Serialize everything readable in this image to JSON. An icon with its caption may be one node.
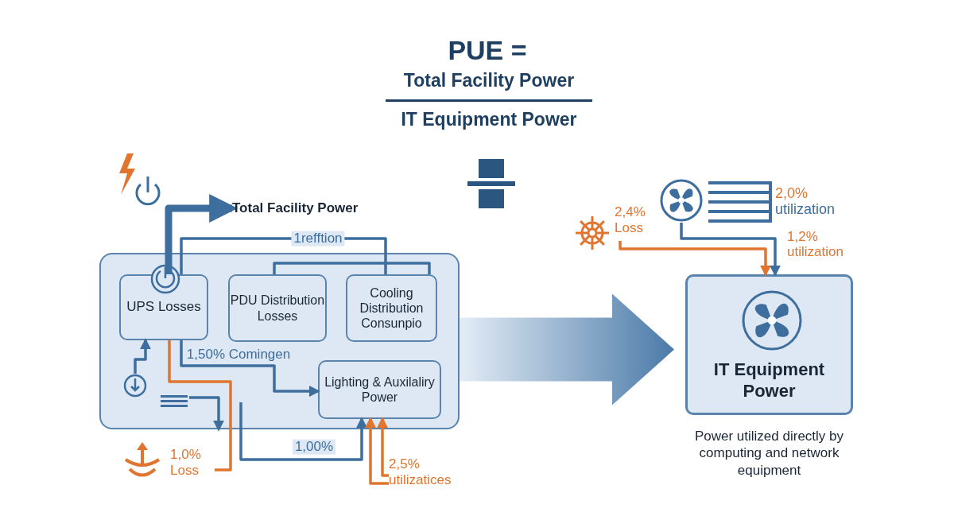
{
  "diagram": {
    "title": "PUE =",
    "nodes": [
      {
        "text": [],
        "shape": "box"
      },
      {
        "text": [
          "UPS Losses"
        ],
        "in": 0
      },
      {
        "text": [
          "PDU Distribution Losses"
        ],
        "in": 0
      },
      {
        "text": [
          "Cooling Distribution Consunpio"
        ],
        "in": 0
      },
      {
        "text": [
          "Lighting & Auxilaliry Power"
        ],
        "in": 0
      },
      {
        "text": [
          "IT Equipment Power"
        ],
        "beside": [
          "Power utilized directly by computing and network equipment"
        ]
      },
      {
        "text": [
          "Total Facility Power"
        ]
      },
      {
        "text": [],
        "shape": "circle",
        "in": 0
      },
      {
        "text": [],
        "shape": "lines",
        "in": 0
      },
      {
        "text": [
          "1,0% Loss"
        ]
      },
      {
        "text": [
          "2,5% utilizatices"
        ]
      },
      {
        "text": [
          "2,4% Loss"
        ]
      },
      {
        "text": [],
        "shape": "fan",
        "beside": [
          "2,0%",
          "utilization"
        ]
      }
    ],
    "edges": [
      {
        "from": 1,
        "to": 6,
        "arrow": "to",
        "style": "thick"
      },
      {
        "from": 1,
        "to": 3,
        "arrow": "none",
        "label": "1refftion"
      },
      {
        "from": 2,
        "to": 3,
        "arrow": "none"
      },
      {
        "from": 1,
        "to": 4,
        "arrow": "to",
        "label": "1,50% Comingen"
      },
      {
        "from": 7,
        "to": 1,
        "arrow": "to"
      },
      {
        "from": 8,
        "to": 0,
        "arrow": "to"
      },
      {
        "from": 1,
        "to": 9,
        "arrow": "none",
        "color": "#e07530"
      },
      {
        "from": null,
        "to": 4,
        "arrow": "to",
        "label": "1,00%"
      },
      {
        "from": 10,
        "to": 4,
        "arrow": "to",
        "color": "#e07530"
      },
      {
        "from": 10,
        "to": 4,
        "arrow": "to",
        "color": "#e07530"
      },
      {
        "from": 0,
        "to": 5,
        "arrow": "to",
        "style": "thick"
      },
      {
        "from": 11,
        "to": 5,
        "arrow": "to",
        "color": "#e07530"
      },
      {
        "from": 12,
        "to": 5,
        "arrow": "to",
        "label": "1,2% utilization"
      }
    ],
    "labels": [
      "Total Facility Power",
      "IT Equipment Power"
    ]
  }
}
